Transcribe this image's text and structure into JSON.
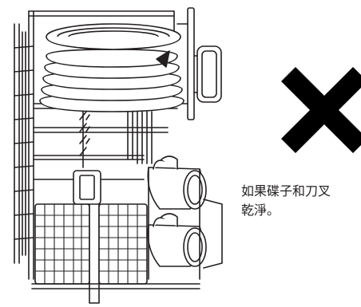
{
  "figure": {
    "illustration_icon": "dishwasher-rack-with-plates-and-cups",
    "mark_icon": "x-cross-icon",
    "mark_color": "#000000",
    "line_color": "#231f20"
  },
  "caption": {
    "line1": "如果碟子和刀叉",
    "line2": "乾淨。"
  }
}
